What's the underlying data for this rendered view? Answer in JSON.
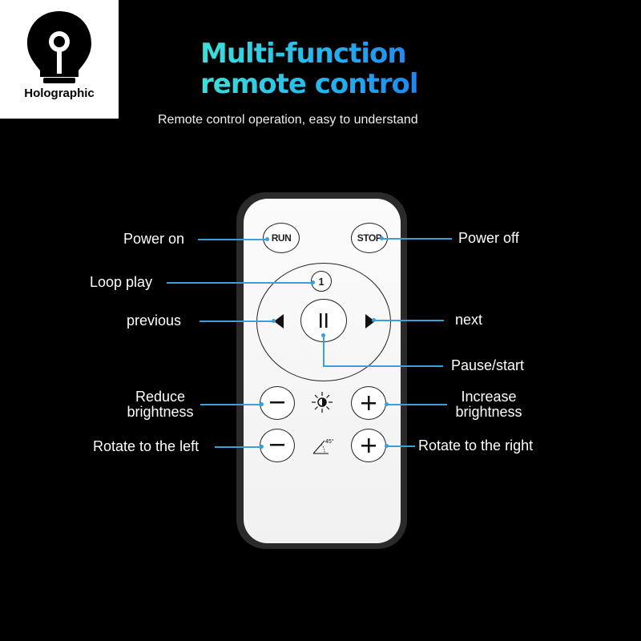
{
  "brand": {
    "name": "Holographic"
  },
  "header": {
    "title_line1": "Multi-function",
    "title_line2": "remote control",
    "subtitle": "Remote control operation, easy to understand"
  },
  "remote": {
    "run_label": "RUN",
    "stop_label": "STOP",
    "loop_label": "1",
    "angle_label": "45°"
  },
  "labels": {
    "power_on": "Power on",
    "power_off": "Power off",
    "loop_play": "Loop play",
    "previous": "previous",
    "next": "next",
    "pause_start": "Pause/start",
    "reduce_brightness_1": "Reduce",
    "reduce_brightness_2": "brightness",
    "increase_brightness_1": "Increase",
    "increase_brightness_2": "brightness",
    "rotate_left": "Rotate to the left",
    "rotate_right": "Rotate to the right"
  },
  "colors": {
    "accent_line": "#3aa0d8",
    "title_gradient_start": "#3ee0d8",
    "title_gradient_end": "#1f86f0",
    "background": "#000000"
  }
}
